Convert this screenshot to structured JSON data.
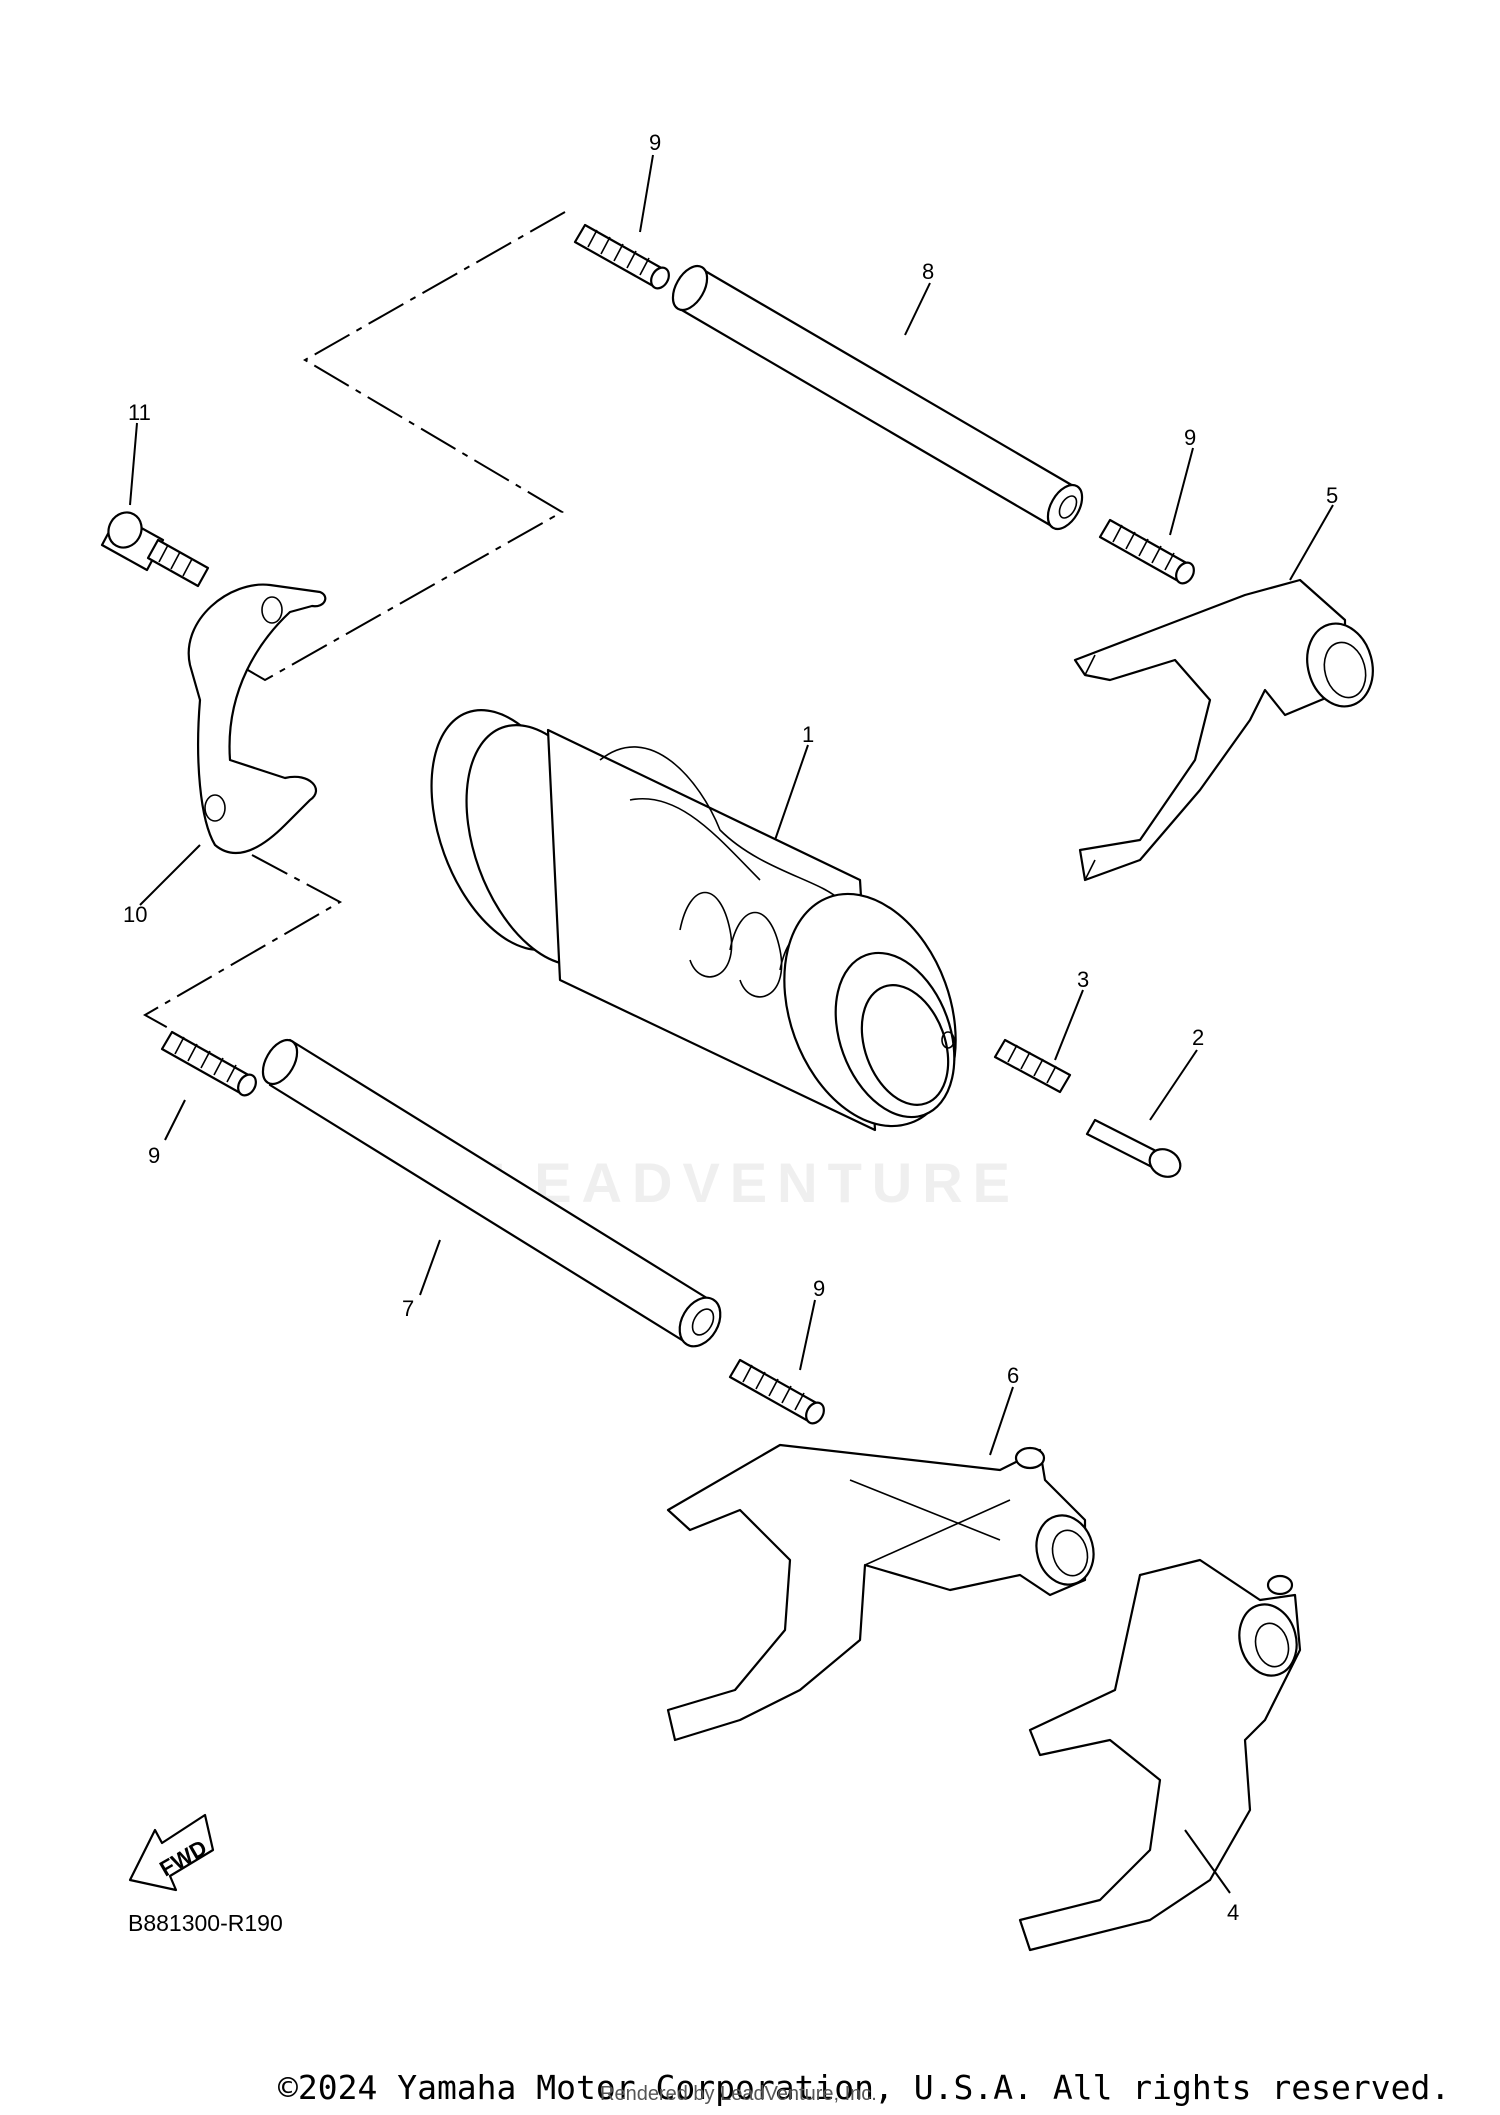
{
  "callouts": {
    "c1": "1",
    "c2": "2",
    "c3": "3",
    "c4": "4",
    "c5": "5",
    "c6": "6",
    "c7": "7",
    "c8": "8",
    "c9a": "9",
    "c9b": "9",
    "c9c": "9",
    "c9d": "9",
    "c10": "10",
    "c11": "11"
  },
  "fwd_label": "FWD",
  "diagram_code": "B881300-R190",
  "watermark": "LEADVENTURE",
  "copyright": "©2024 Yamaha Motor Corporation, U.S.A. All rights reserved.",
  "rendered_by": "Rendered by LeadVenture, Inc."
}
